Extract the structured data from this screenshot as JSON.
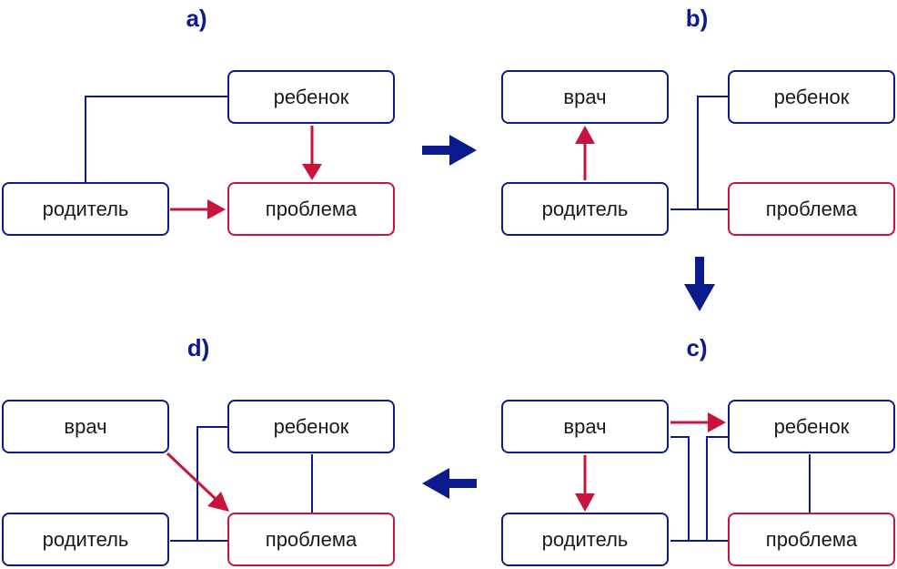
{
  "colors": {
    "box_border": "#0b1a8c",
    "problem_border": "#c8143c",
    "connector": "#0b1a8c",
    "influence_arrow": "#c8143c",
    "transition_arrow": "#0b1a8c"
  },
  "panels": {
    "a": {
      "label": "a)",
      "child": "ребенок",
      "parent": "родитель",
      "problem": "проблема"
    },
    "b": {
      "label": "b)",
      "doctor": "врач",
      "child": "ребенок",
      "parent": "родитель",
      "problem": "проблема"
    },
    "c": {
      "label": "c)",
      "doctor": "врач",
      "child": "ребенок",
      "parent": "родитель",
      "problem": "проблема"
    },
    "d": {
      "label": "d)",
      "doctor": "врач",
      "child": "ребенок",
      "parent": "родитель",
      "problem": "проблема"
    }
  },
  "transitions": [
    "a-to-b",
    "b-to-c",
    "c-to-d"
  ]
}
